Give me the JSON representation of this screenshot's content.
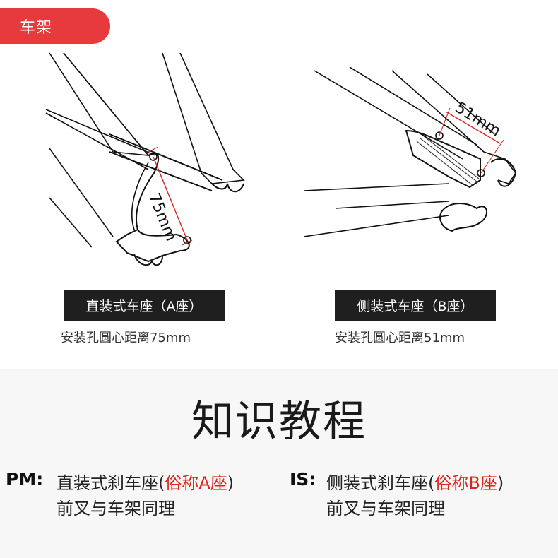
{
  "tag": {
    "label": "车架"
  },
  "diagram_a": {
    "dimension": "75mm"
  },
  "diagram_b": {
    "dimension": "51mm"
  },
  "mount_a": {
    "label": "直装式车座（A座）",
    "spec": "安装孔圆心距离75mm"
  },
  "mount_b": {
    "label": "侧装式车座（B座）",
    "spec": "安装孔圆心距离51mm"
  },
  "section": {
    "heading": "知识教程"
  },
  "kb_pm": {
    "code": "PM:",
    "text_before": "直装式刹车座(",
    "aka": "俗称A座",
    "text_after": ")",
    "line2": "前叉与车架同理"
  },
  "kb_is": {
    "code": "IS:",
    "text_before": "侧装式刹车座(",
    "aka": "俗称B座",
    "text_after": ")",
    "line2": "前叉与车架同理"
  },
  "colors": {
    "tag_bg": "#e63a3c",
    "accent_red": "#d9261c",
    "label_bg": "#1f1f1f"
  }
}
